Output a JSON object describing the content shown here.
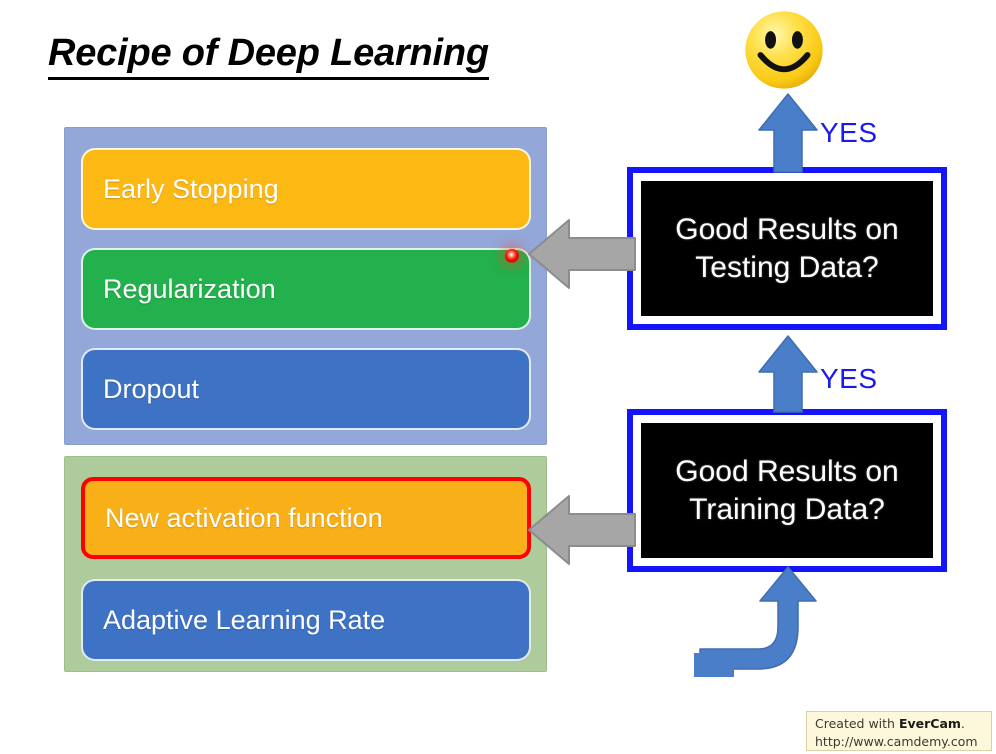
{
  "slide": {
    "title": "Recipe of Deep Learning",
    "background_color": "#ffffff"
  },
  "panels": {
    "testing": {
      "name": "testing-methods-panel",
      "background_color": "#93a7d8",
      "boxes": [
        {
          "label": "Early Stopping",
          "color": "#fdb913",
          "highlighted": false
        },
        {
          "label": "Regularization",
          "color": "#22b14c",
          "highlighted": false
        },
        {
          "label": "Dropout",
          "color": "#3e72c4",
          "highlighted": false
        }
      ]
    },
    "training": {
      "name": "training-methods-panel",
      "background_color": "#adcb9b",
      "boxes": [
        {
          "label": "New activation function",
          "color": "#f9af17",
          "highlighted": true,
          "highlight_color": "#ff0000"
        },
        {
          "label": "Adaptive Learning Rate",
          "color": "#3e72c4",
          "highlighted": false
        }
      ]
    }
  },
  "decisions": {
    "testing": {
      "line1": "Good Results on",
      "line2": "Testing Data?",
      "border_color": "#1414ff",
      "fill_color": "#000000",
      "text_color": "#ffffff"
    },
    "training": {
      "line1": "Good Results on",
      "line2": "Training Data?",
      "border_color": "#1414ff",
      "fill_color": "#000000",
      "text_color": "#ffffff"
    }
  },
  "labels": {
    "yes_top": "YES",
    "yes_bottom": "YES",
    "yes_color": "#1a1aee"
  },
  "icons": {
    "smiley": "smiley-face-icon",
    "laser_pointer": "laser-pointer-dot",
    "arrow_up_color": "#4a7ec8",
    "arrow_left_color": "#a6a6a6"
  },
  "watermark": {
    "line1_prefix": "Created with ",
    "line1_brand": "EverCam",
    "line1_suffix": ".",
    "line2": "http://www.camdemy.com",
    "background_color": "#fdf8dc"
  }
}
